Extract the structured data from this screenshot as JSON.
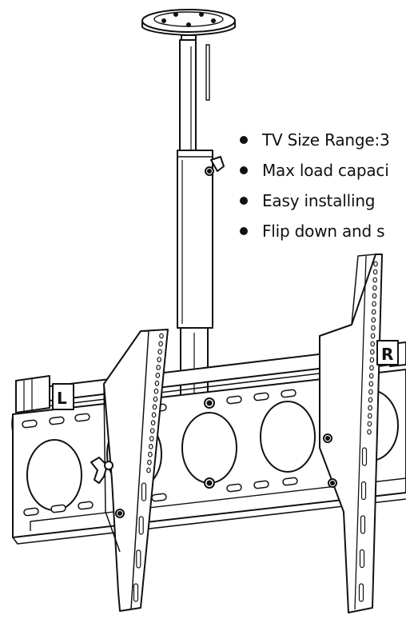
{
  "diagram": {
    "features": [
      "TV Size Range:3",
      "Max load capaci",
      "Easy installing",
      "Flip down and s"
    ],
    "side_labels": {
      "left": "L",
      "right": "R"
    },
    "line_color": "#111111"
  }
}
